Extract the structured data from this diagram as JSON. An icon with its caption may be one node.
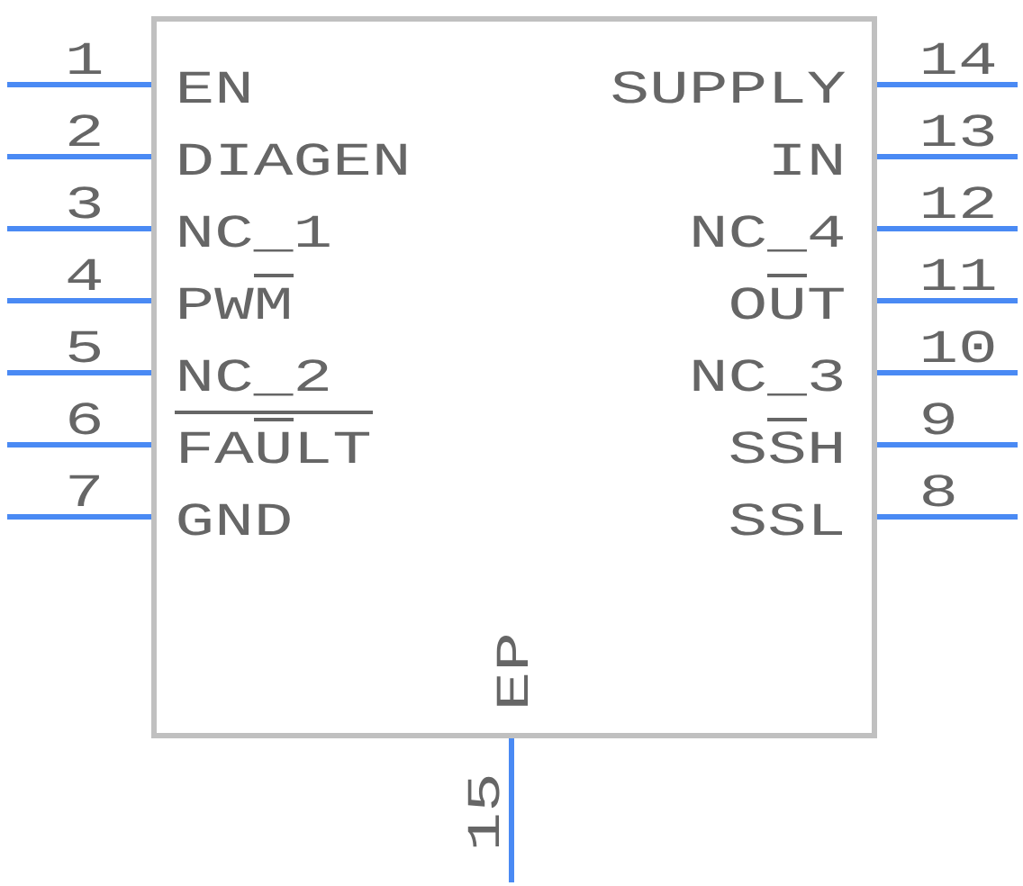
{
  "diagram": {
    "nodes": [
      {
        "text": [
          "EN",
          "DIAGEN",
          "NC_1",
          "PWM",
          "NC_2",
          "FAULT",
          "GND",
          "SSL",
          "SSH",
          "NC_3",
          "OUT",
          "NC_4",
          "IN",
          "SUPPLY",
          "EP"
        ]
      }
    ],
    "labels": [
      "1",
      "2",
      "3",
      "4",
      "5",
      "6",
      "7",
      "8",
      "9",
      "10",
      "11",
      "12",
      "13",
      "14",
      "15"
    ]
  }
}
